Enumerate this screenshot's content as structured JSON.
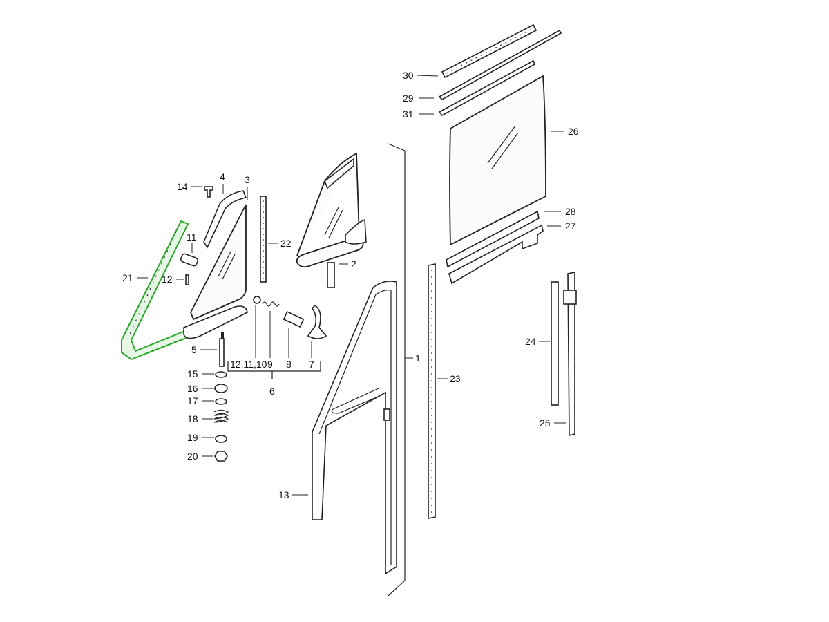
{
  "diagram": {
    "highlight_color": "#2aa82a",
    "highlighted_part": "21",
    "labels": {
      "p1": "1",
      "p2": "2",
      "p3": "3",
      "p4": "4",
      "p5": "5",
      "p6": "6",
      "p7": "7",
      "p8": "8",
      "p9": "9",
      "p12_11_10": "12,11,10",
      "p11": "11",
      "p12": "12",
      "p13": "13",
      "p14": "14",
      "p15": "15",
      "p16": "16",
      "p17": "17",
      "p18": "18",
      "p19": "19",
      "p20": "20",
      "p21": "21",
      "p22": "22",
      "p23": "23",
      "p24": "24",
      "p25": "25",
      "p26": "26",
      "p27": "27",
      "p28": "28",
      "p29": "29",
      "p30": "30",
      "p31": "31"
    }
  }
}
